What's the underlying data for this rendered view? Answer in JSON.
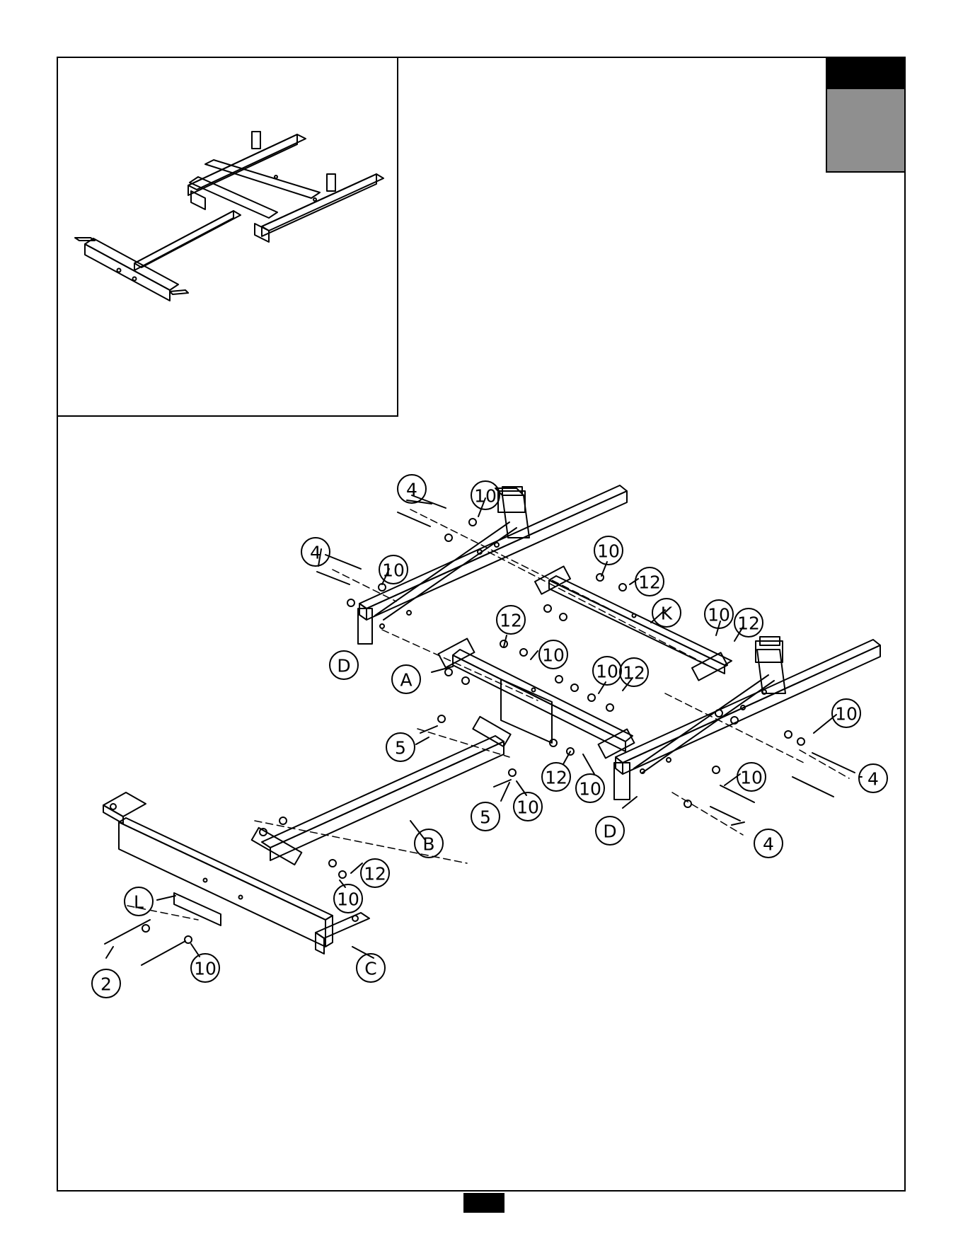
{
  "parts": [
    "A",
    "B",
    "C",
    "D",
    "D",
    "K",
    "L"
  ],
  "hardware": [
    "4",
    "10",
    "4",
    "10",
    "10",
    "12",
    "10",
    "12",
    "12",
    "10",
    "10",
    "12",
    "5",
    "12",
    "10",
    "10",
    "4",
    "10",
    "4",
    "5",
    "10",
    "B",
    "12",
    "10",
    "2",
    "10"
  ],
  "colors": {
    "line": "#000000",
    "tab_gray": "#8f8f8f"
  }
}
